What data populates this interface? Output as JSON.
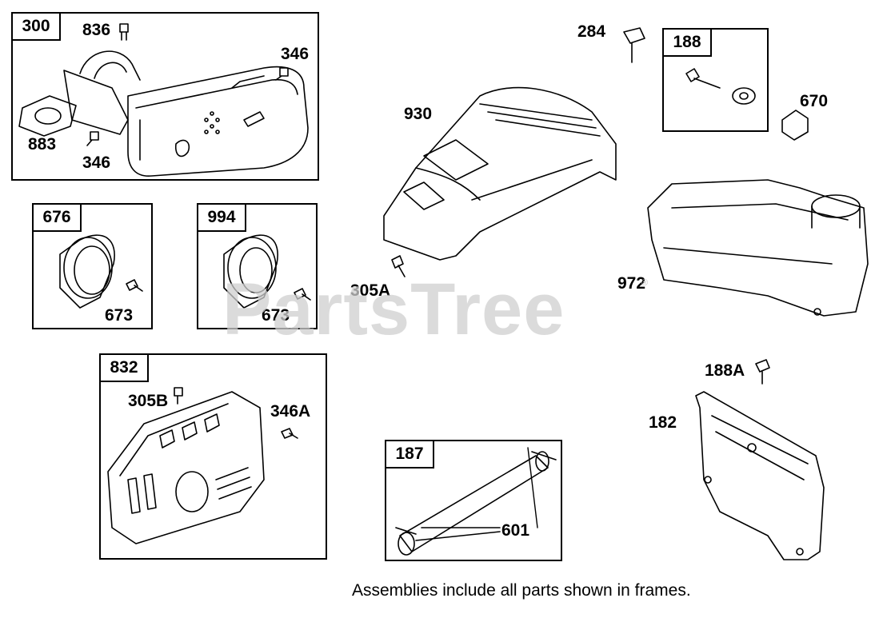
{
  "watermark": {
    "text": "PartsTree",
    "mark": "®"
  },
  "frames": {
    "f300": "300",
    "f676": "676",
    "f994": "994",
    "f832": "832",
    "f188": "188",
    "f187": "187"
  },
  "labels": {
    "l836": "836",
    "l346a": "346",
    "l883": "883",
    "l346b": "346",
    "l673a": "673",
    "l673b": "673",
    "l305b": "305B",
    "l346A": "346A",
    "l284": "284",
    "l670": "670",
    "l930": "930",
    "l305A": "305A",
    "l972": "972",
    "l188A": "188A",
    "l182": "182",
    "l601": "601"
  },
  "note": "Assemblies include all parts shown in frames."
}
